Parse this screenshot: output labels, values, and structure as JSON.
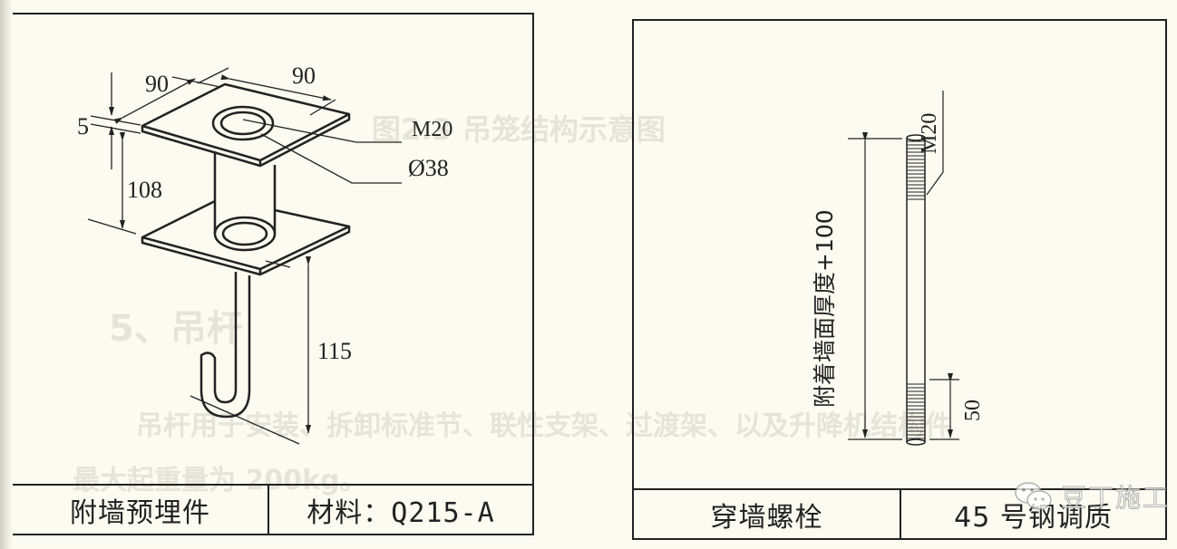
{
  "left_panel": {
    "title": "附墙预埋件",
    "material": "材料：Q215-A",
    "dimensions": {
      "plate_width_left": "90",
      "plate_width_right": "90",
      "plate_thickness": "5",
      "plate_spacing": "108",
      "thread_spec": "M20",
      "pipe_diameter": "Ø38",
      "hook_length": "115"
    }
  },
  "right_panel": {
    "title": "穿墙螺栓",
    "material": "45 号钢调质",
    "dimensions": {
      "thread_spec": "M20",
      "bolt_length": "附着墙面厚度+100",
      "thread_length": "50"
    }
  },
  "watermark": {
    "icon": "wechat-icon",
    "text": "豆丁施工"
  },
  "bleed_through": {
    "heading": "图2.3  吊笼结构示意图",
    "section": "5、吊杆",
    "body_line1": "吊杆用于安装、拆卸标准节、联性支架、过渡架、以及升降机结构件",
    "body_line2": "最大起重量为 200kg。"
  },
  "colors": {
    "paper": "#fbfbf1",
    "ink": "#222222",
    "bleed": "#e4e4d8"
  }
}
